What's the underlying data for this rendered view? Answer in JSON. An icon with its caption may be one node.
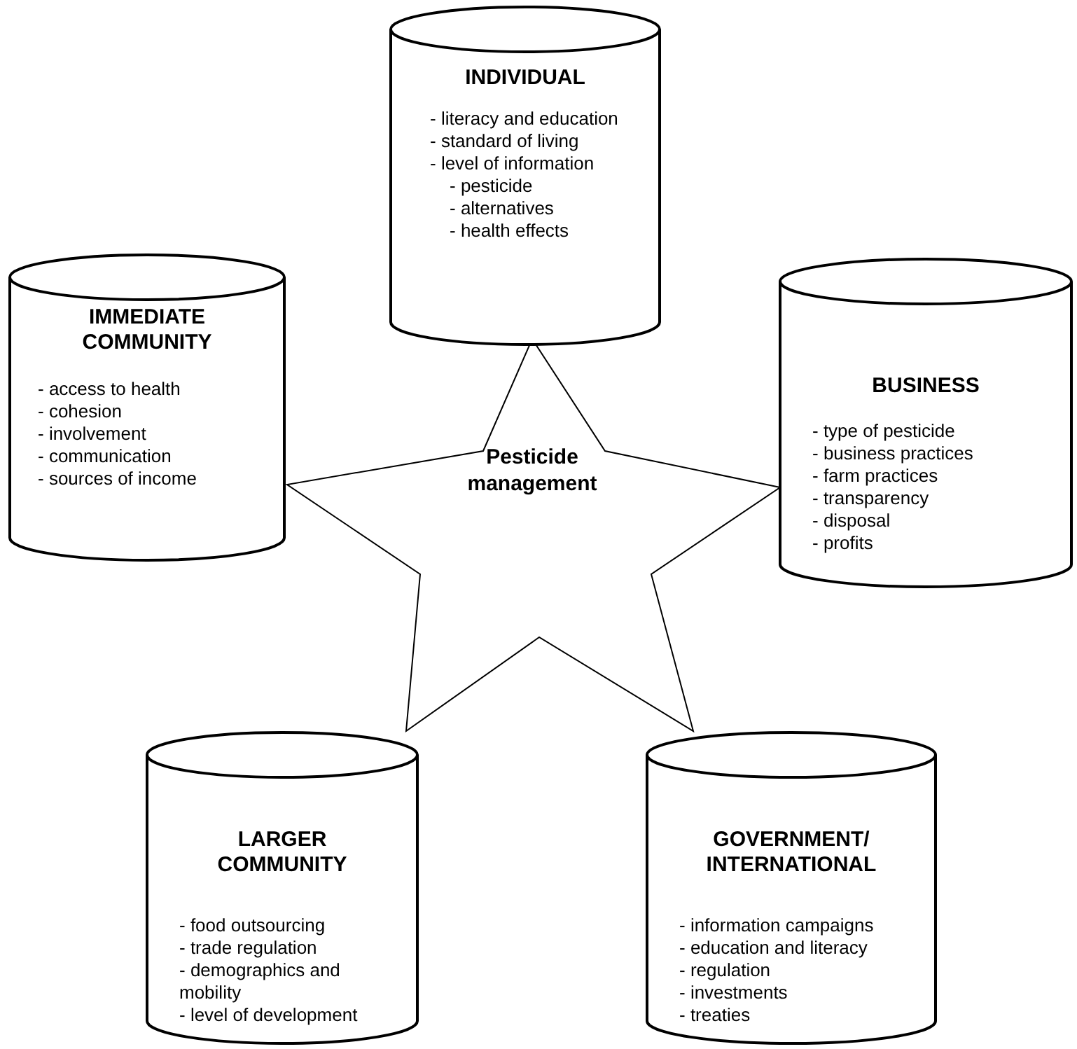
{
  "diagram": {
    "nodes": [
      {
        "text": [
          "Pesticide management"
        ]
      },
      {
        "text": [
          "INDIVIDUAL",
          "- literacy and education",
          "- standard of living",
          "- level of information",
          "- pesticide",
          "- alternatives",
          "- health effects"
        ]
      },
      {
        "text": [
          "IMMEDIATE COMMUNITY",
          "- access to health",
          "- cohesion",
          "- involvement",
          "- communication",
          "- sources of income"
        ]
      },
      {
        "text": [
          "BUSINESS",
          "- type of pesticide",
          "- business practices",
          "- farm practices",
          "- transparency",
          "- disposal",
          "- profits"
        ]
      },
      {
        "text": [
          "LARGER COMMUNITY",
          "- food outsourcing",
          "- trade regulation",
          "- demographics and mobility",
          "- level of development"
        ]
      },
      {
        "text": [
          "GOVERNMENT/ INTERNATIONAL",
          "- information campaigns",
          "- education and literacy",
          "- regulation",
          "- investments",
          "- treaties"
        ]
      }
    ],
    "edges": []
  }
}
